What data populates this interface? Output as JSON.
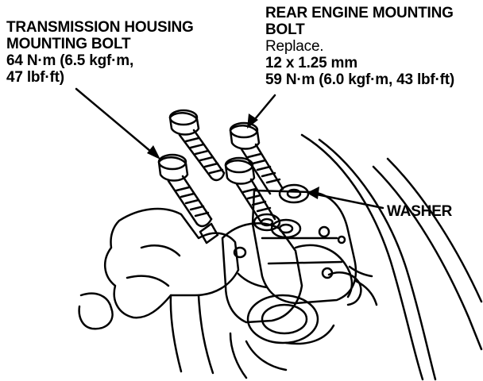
{
  "labels": {
    "transmission": {
      "line1": "TRANSMISSION HOUSING",
      "line2": "MOUNTING BOLT",
      "line3": "64 N·m (6.5 kgf·m,",
      "line4": "47 lbf·ft)"
    },
    "rear_engine": {
      "line1": "REAR ENGINE MOUNTING",
      "line2": "BOLT",
      "line3": "Replace.",
      "line4": "12 x 1.25 mm",
      "line5": "59 N·m (6.0 kgf·m, 43 lbf·ft)"
    },
    "washer": "WASHER"
  }
}
